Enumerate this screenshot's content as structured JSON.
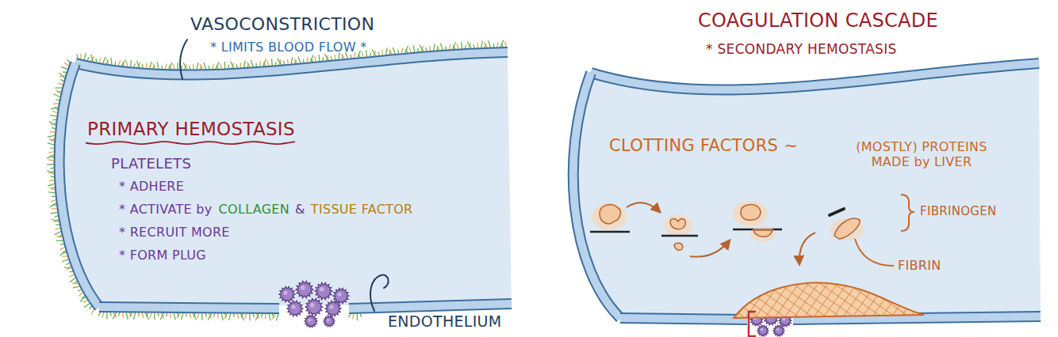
{
  "diagram": {
    "labels": [
      "VASOCONSTRICTION",
      "* LIMITS BLOOD FLOW *",
      "PRIMARY HEMOSTASIS",
      "PLATELETS",
      "* ADHERE",
      "* ACTIVATE by",
      "COLLAGEN",
      "&",
      "TISSUE FACTOR",
      "* RECRUIT MORE",
      "* FORM PLUG",
      "ENDOTHELIUM",
      "COAGULATION CASCADE",
      "* SECONDARY HEMOSTASIS",
      "CLOTTING FACTORS ~",
      "(MOSTLY) PROTEINS MADE by LIVER",
      "FIBRINOGEN",
      "FIBRIN"
    ]
  }
}
